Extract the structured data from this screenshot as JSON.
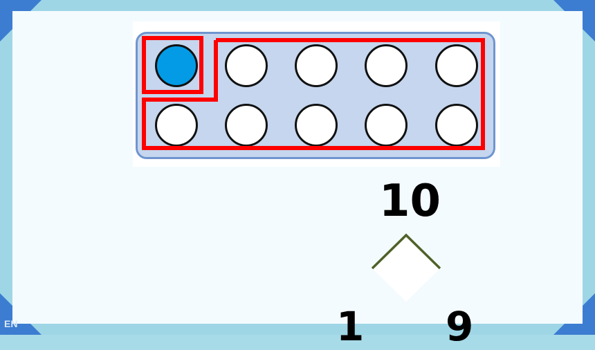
{
  "number_bond": {
    "total": "10",
    "part_left": "1",
    "part_right": "9"
  },
  "ten_frame": {
    "filled_count": 1,
    "total_count": 10,
    "fill_color": "#039be5",
    "highlight_color": "#ff0000"
  },
  "corner_label": "EN",
  "colors": {
    "frame": "#9fd6e6",
    "corner": "#3c7dd2",
    "tray": "#c5d6ee"
  }
}
